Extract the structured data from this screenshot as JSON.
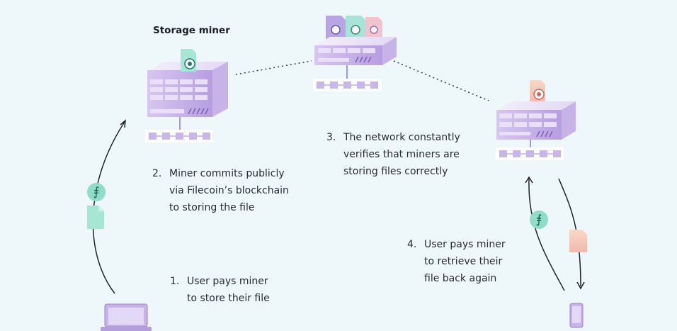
{
  "title": "Storage miner",
  "steps": [
    {
      "num": "1.",
      "lines": [
        "User pays miner",
        "to store their file"
      ]
    },
    {
      "num": "2.",
      "lines": [
        "Miner commits publicly",
        "via Filecoin’s blockchain",
        "to storing the file"
      ]
    },
    {
      "num": "3.",
      "lines": [
        "The network constantly",
        "verifies that miners are",
        "storing files correctly"
      ]
    },
    {
      "num": "4.",
      "lines": [
        "User pays miner",
        "to retrieve their",
        "file back again"
      ]
    }
  ],
  "icons": {
    "filecoin_symbol": "⨎",
    "server": "server-icon",
    "laptop": "laptop-icon",
    "phone": "phone-icon",
    "file": "file-icon",
    "blockchain": "blockchain-icon"
  },
  "colors": {
    "background": "#eef8fb",
    "server_purple": "#b7a2dc",
    "file_green": "#a8e6d4",
    "file_peach": "#f6c8b0",
    "token_green": "#8fdcc8"
  }
}
